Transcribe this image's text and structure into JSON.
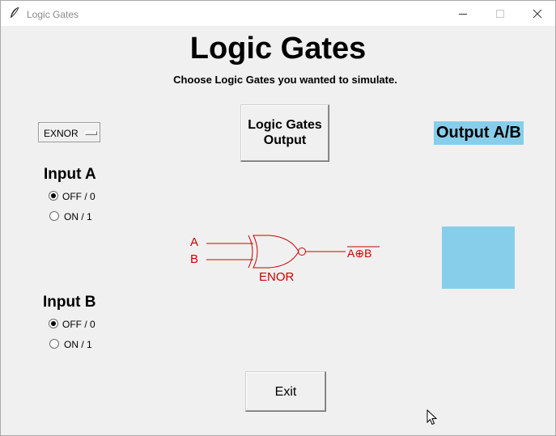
{
  "window": {
    "title": "Logic Gates",
    "icon": "feather-icon",
    "controls": [
      "minimize-icon",
      "maximize-icon",
      "close-icon"
    ]
  },
  "main": {
    "heading": "Logic Gates",
    "subtitle": "Choose Logic Gates you wanted to simulate."
  },
  "gate_select": {
    "selected": "EXNOR"
  },
  "gate_button": {
    "line1": "Logic Gates",
    "line2": "Output"
  },
  "output": {
    "label": "Output A/B",
    "color": "#87ceeb"
  },
  "input_a": {
    "heading": "Input A",
    "options": [
      {
        "label": "OFF / 0",
        "selected": true
      },
      {
        "label": "ON / 1",
        "selected": false
      }
    ]
  },
  "input_b": {
    "heading": "Input B",
    "options": [
      {
        "label": "OFF / 0",
        "selected": true
      },
      {
        "label": "ON / 1",
        "selected": false
      }
    ]
  },
  "diagram": {
    "input_a": "A",
    "input_b": "B",
    "gate_name": "ENOR",
    "expression": "A⊕B",
    "color": "#cc0000"
  },
  "exit_button": {
    "label": "Exit"
  }
}
